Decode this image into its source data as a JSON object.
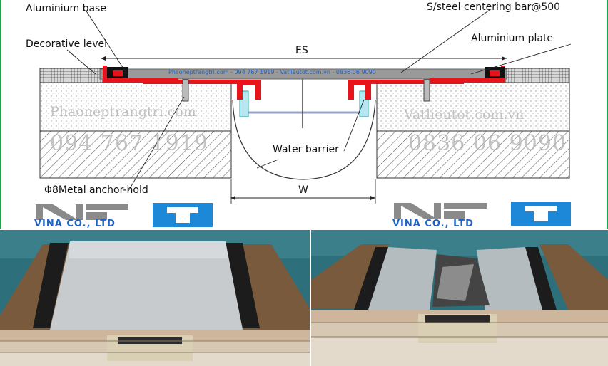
{
  "labels": {
    "aluminium_base": "Aluminium base",
    "decorative_level": "Decorative level",
    "centering_bar": "S/steel centering bar@500",
    "aluminium_plate": "Aluminium plate",
    "es": "ES",
    "water_barrier": "Water barrier",
    "anchor_hold": "Φ8Metal anchor-hold",
    "w": "W"
  },
  "watermarks": {
    "left_site": "Phaoneptrangtri.com",
    "left_phone": "094 767 1919",
    "right_site": "Vatlieutot.com.vn",
    "right_phone": "0836 06 9090",
    "top_line": "Phaoneptrangtri.com - 094 767 1919 - Vatlieutot.com.vn - 0836 06 9090"
  },
  "logos": {
    "left_company": "VINA CO., LTD",
    "right_company": "VINA CO., LTD"
  },
  "colors": {
    "seal_red": "#e8141c",
    "logo_blue": "#1e88d8",
    "logo_grey": "#8a8a8a",
    "concrete_hatch": "#555555",
    "frame_green": "#1aa34a"
  }
}
